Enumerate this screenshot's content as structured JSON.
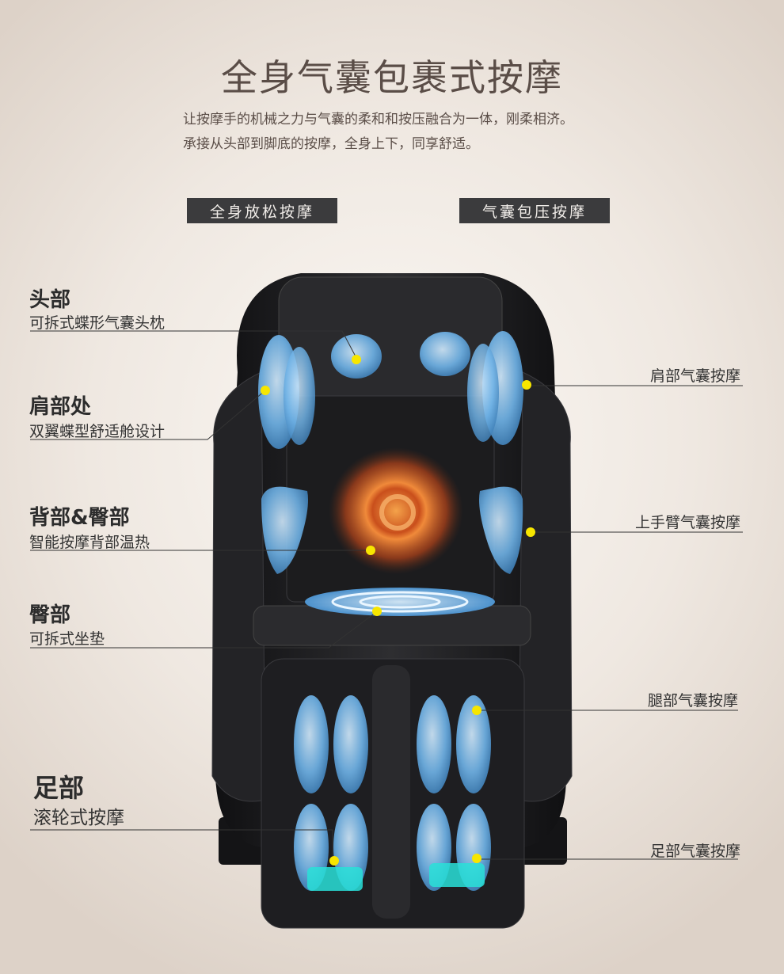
{
  "header": {
    "title": "全身气囊包裹式按摩",
    "subtitle_line1": "让按摩手的机械之力与气囊的柔和和按压融合为一体，刚柔相济。",
    "subtitle_line2": "承接从头部到脚底的按摩，全身上下，同享舒适。"
  },
  "tags": {
    "left": "全身放松按摩",
    "right": "气囊包压按摩"
  },
  "left_labels": [
    {
      "heading": "头部",
      "desc": "可拆式蝶形气囊头枕"
    },
    {
      "heading": "肩部处",
      "desc": "双翼蝶型舒适舱设计"
    },
    {
      "heading": "背部&臀部",
      "desc": "智能按摩背部温热"
    },
    {
      "heading": "臀部",
      "desc": "可拆式坐垫"
    },
    {
      "heading": "足部",
      "desc": "滚轮式按摩"
    }
  ],
  "right_labels": [
    {
      "text": "肩部气囊按摩"
    },
    {
      "text": "上手臂气囊按摩"
    },
    {
      "text": "腿部气囊按摩"
    },
    {
      "text": "足部气囊按摩"
    }
  ],
  "colors": {
    "airbag": "#6fb2e6",
    "marker": "#f7e600",
    "heat": "#e0702a",
    "chair": "#1f1f21",
    "tag_bg": "#3b3b3d"
  }
}
